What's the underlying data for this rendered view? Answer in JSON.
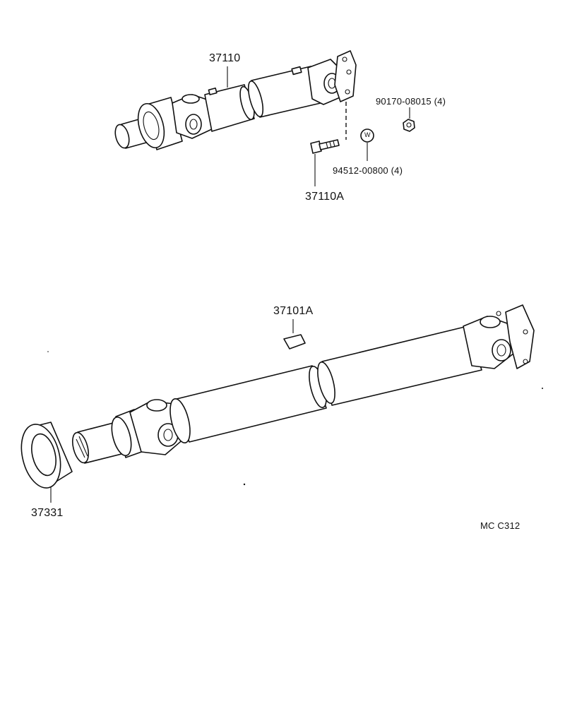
{
  "parts": {
    "p37110": "37110",
    "p90170": "90170-08015 (4)",
    "p94512": "94512-00800 (4)",
    "p37110A": "37110A",
    "p37101A": "37101A",
    "p37331": "37331",
    "washer_mark": "W"
  },
  "footer": {
    "code": "MC C312"
  }
}
